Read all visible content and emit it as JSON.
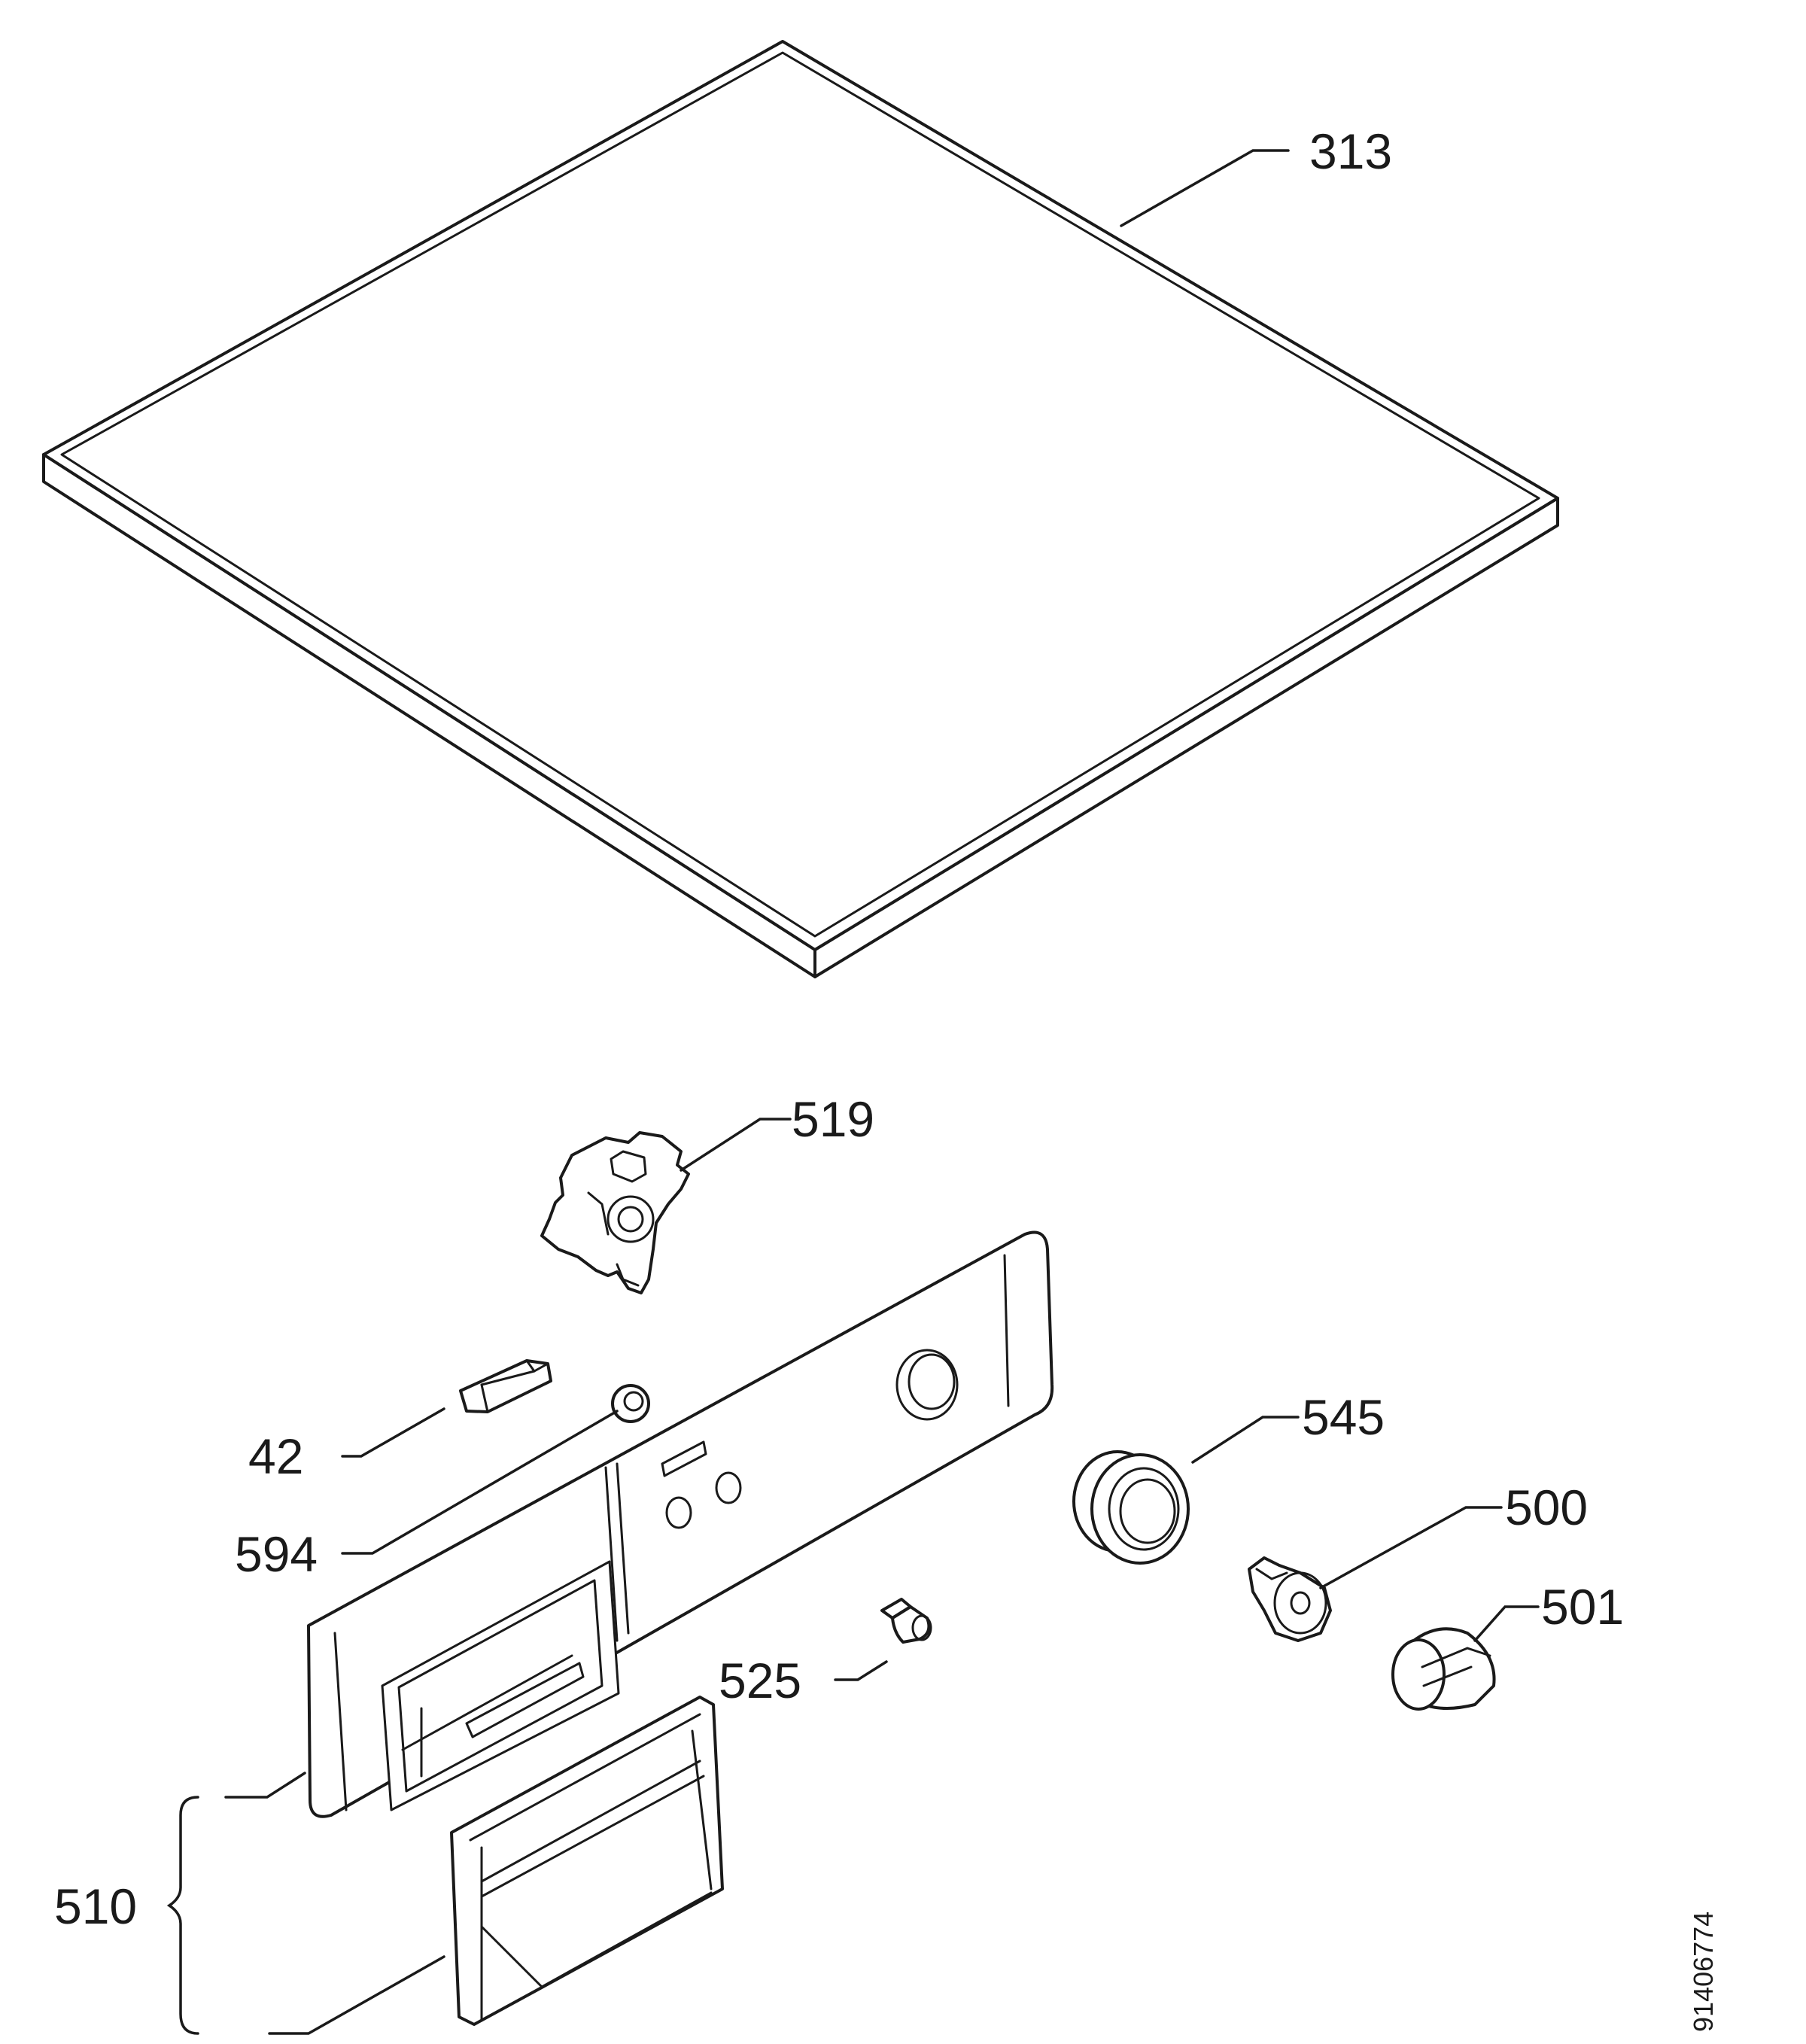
{
  "diagram": {
    "type": "exploded parts diagram",
    "callouts": [
      {
        "id": "313",
        "text": "313",
        "part": "top cover"
      },
      {
        "id": "519",
        "text": "519",
        "part": "switch holder"
      },
      {
        "id": "42",
        "text": "42",
        "part": "push button"
      },
      {
        "id": "594",
        "text": "594",
        "part": "indicator light lens"
      },
      {
        "id": "545",
        "text": "545",
        "part": "knob ring"
      },
      {
        "id": "500",
        "text": "500",
        "part": "knob insert"
      },
      {
        "id": "501",
        "text": "501",
        "part": "knob"
      },
      {
        "id": "525",
        "text": "525",
        "part": "button"
      },
      {
        "id": "510",
        "text": "510",
        "part": "control panel and dispenser handle"
      }
    ],
    "document_number": "91406774"
  }
}
